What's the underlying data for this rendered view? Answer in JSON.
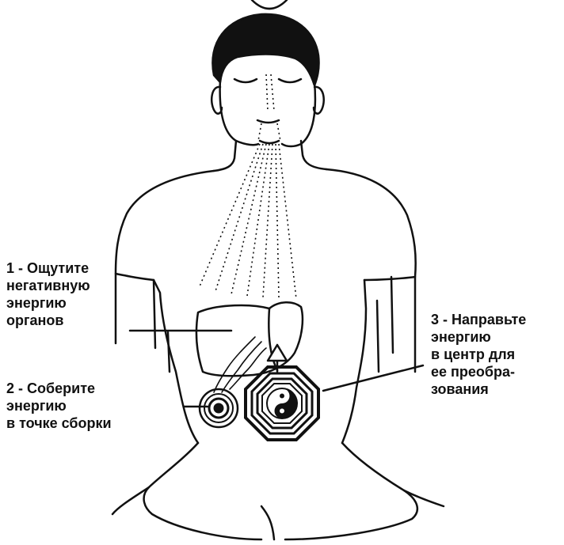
{
  "labels": {
    "step1": [
      "1 - Ощутите",
      "негативную",
      "энергию",
      "органов"
    ],
    "step2": [
      "2 - Соберите",
      "энергию",
      "в точке сборки"
    ],
    "step3": [
      "3 - Направьте",
      "энергию",
      "в центр для",
      "ее преобра-",
      "зования"
    ]
  },
  "colors": {
    "ink": "#111111",
    "background": "#ffffff"
  },
  "icons": [
    "yin-yang-icon",
    "bagua-octagon-icon",
    "spiral-collection-point-icon"
  ]
}
